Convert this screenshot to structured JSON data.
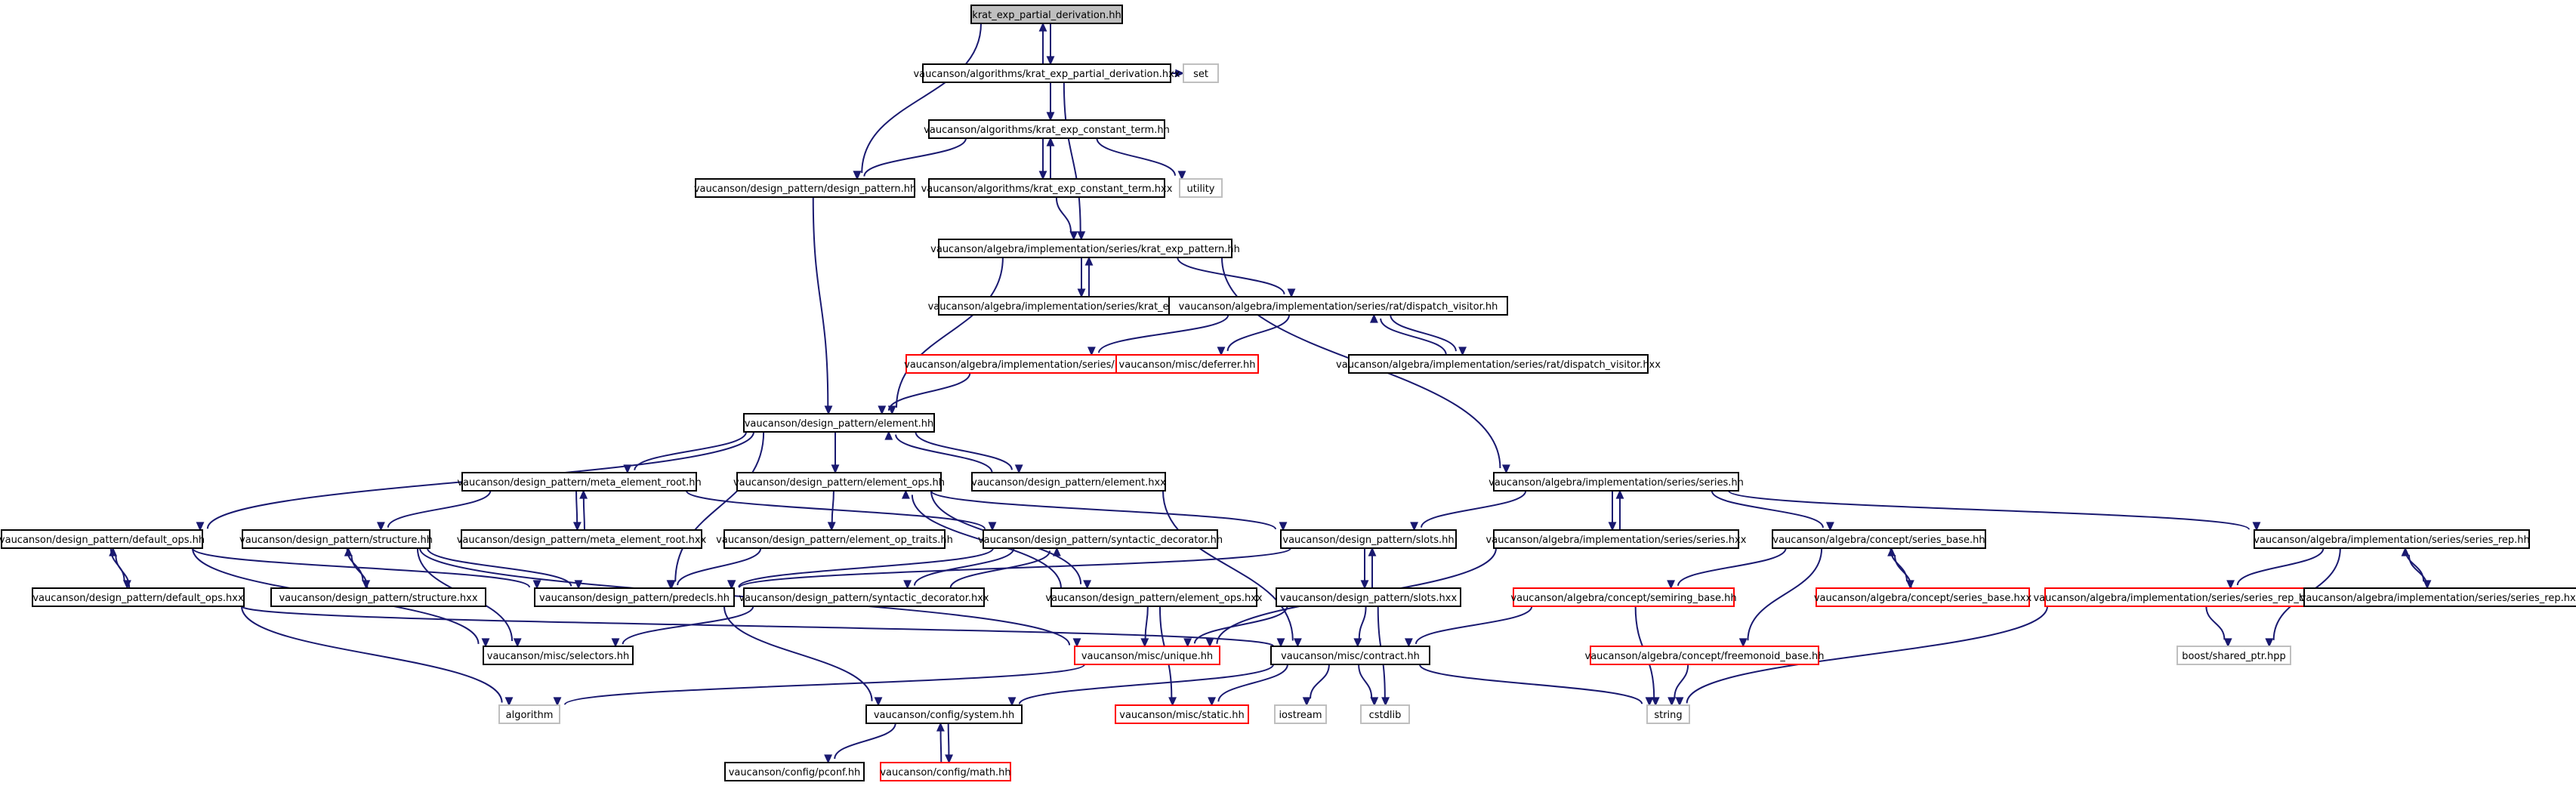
{
  "graph": {
    "edge_color": "#191970",
    "root_fill": "#bfbfbf",
    "missing_border_color": "#ff0000",
    "external_border_color": "#bfbfbf",
    "nodes": [
      {
        "id": "root",
        "label": "krat_exp_partial_derivation.hh",
        "kind": "root"
      },
      {
        "id": "kpd_hxx",
        "label": "vaucanson/algorithms/krat_exp_partial_derivation.hxx",
        "kind": "normal"
      },
      {
        "id": "set",
        "label": "set",
        "kind": "external"
      },
      {
        "id": "kct_hh",
        "label": "vaucanson/algorithms/krat_exp_constant_term.hh",
        "kind": "normal"
      },
      {
        "id": "dp_hh",
        "label": "vaucanson/design_pattern/design_pattern.hh",
        "kind": "normal"
      },
      {
        "id": "kct_hxx",
        "label": "vaucanson/algorithms/krat_exp_constant_term.hxx",
        "kind": "normal"
      },
      {
        "id": "utility",
        "label": "utility",
        "kind": "external"
      },
      {
        "id": "kep_hh",
        "label": "vaucanson/algebra/implementation/series/krat_exp_pattern.hh",
        "kind": "normal"
      },
      {
        "id": "kep_hxx",
        "label": "vaucanson/algebra/implementation/series/krat_exp_pattern.hxx",
        "kind": "normal"
      },
      {
        "id": "dv_hh",
        "label": "vaucanson/algebra/implementation/series/rat/dispatch_visitor.hh",
        "kind": "normal"
      },
      {
        "id": "exp_hh",
        "label": "vaucanson/algebra/implementation/series/rat/exp.hh",
        "kind": "missing"
      },
      {
        "id": "deferrer",
        "label": "vaucanson/misc/deferrer.hh",
        "kind": "missing"
      },
      {
        "id": "dv_hxx",
        "label": "vaucanson/algebra/implementation/series/rat/dispatch_visitor.hxx",
        "kind": "normal"
      },
      {
        "id": "element_hh",
        "label": "vaucanson/design_pattern/element.hh",
        "kind": "normal"
      },
      {
        "id": "mer_hh",
        "label": "vaucanson/design_pattern/meta_element_root.hh",
        "kind": "normal"
      },
      {
        "id": "eops_hh",
        "label": "vaucanson/design_pattern/element_ops.hh",
        "kind": "normal"
      },
      {
        "id": "element_hxx",
        "label": "vaucanson/design_pattern/element.hxx",
        "kind": "normal"
      },
      {
        "id": "series_hh",
        "label": "vaucanson/algebra/implementation/series/series.hh",
        "kind": "normal"
      },
      {
        "id": "dops_hh",
        "label": "vaucanson/design_pattern/default_ops.hh",
        "kind": "normal"
      },
      {
        "id": "struct_hh",
        "label": "vaucanson/design_pattern/structure.hh",
        "kind": "normal"
      },
      {
        "id": "mer_hxx",
        "label": "vaucanson/design_pattern/meta_element_root.hxx",
        "kind": "normal"
      },
      {
        "id": "eot_hh",
        "label": "vaucanson/design_pattern/element_op_traits.hh",
        "kind": "normal"
      },
      {
        "id": "sd_hh",
        "label": "vaucanson/design_pattern/syntactic_decorator.hh",
        "kind": "normal"
      },
      {
        "id": "slots_hh",
        "label": "vaucanson/design_pattern/slots.hh",
        "kind": "normal"
      },
      {
        "id": "series_hxx",
        "label": "vaucanson/algebra/implementation/series/series.hxx",
        "kind": "normal"
      },
      {
        "id": "sb_hh",
        "label": "vaucanson/algebra/concept/series_base.hh",
        "kind": "normal"
      },
      {
        "id": "srep_hh",
        "label": "vaucanson/algebra/implementation/series/series_rep.hh",
        "kind": "normal"
      },
      {
        "id": "dops_hxx",
        "label": "vaucanson/design_pattern/default_ops.hxx",
        "kind": "normal"
      },
      {
        "id": "struct_hxx",
        "label": "vaucanson/design_pattern/structure.hxx",
        "kind": "normal"
      },
      {
        "id": "predecls",
        "label": "vaucanson/design_pattern/predecls.hh",
        "kind": "normal"
      },
      {
        "id": "sd_hxx",
        "label": "vaucanson/design_pattern/syntactic_decorator.hxx",
        "kind": "normal"
      },
      {
        "id": "eops_hxx",
        "label": "vaucanson/design_pattern/element_ops.hxx",
        "kind": "normal"
      },
      {
        "id": "slots_hxx",
        "label": "vaucanson/design_pattern/slots.hxx",
        "kind": "normal"
      },
      {
        "id": "semb_hh",
        "label": "vaucanson/algebra/concept/semiring_base.hh",
        "kind": "missing"
      },
      {
        "id": "sb_hxx",
        "label": "vaucanson/algebra/concept/series_base.hxx",
        "kind": "missing"
      },
      {
        "id": "srb_hh",
        "label": "vaucanson/algebra/implementation/series/series_rep_base.hh",
        "kind": "missing"
      },
      {
        "id": "srep_hxx",
        "label": "vaucanson/algebra/implementation/series/series_rep.hxx",
        "kind": "normal"
      },
      {
        "id": "selectors",
        "label": "vaucanson/misc/selectors.hh",
        "kind": "normal"
      },
      {
        "id": "unique",
        "label": "vaucanson/misc/unique.hh",
        "kind": "missing"
      },
      {
        "id": "contract",
        "label": "vaucanson/misc/contract.hh",
        "kind": "normal"
      },
      {
        "id": "fmb_hh",
        "label": "vaucanson/algebra/concept/freemonoid_base.hh",
        "kind": "missing"
      },
      {
        "id": "shared_ptr",
        "label": "boost/shared_ptr.hpp",
        "kind": "external"
      },
      {
        "id": "algorithm",
        "label": "algorithm",
        "kind": "external"
      },
      {
        "id": "system",
        "label": "vaucanson/config/system.hh",
        "kind": "normal"
      },
      {
        "id": "static",
        "label": "vaucanson/misc/static.hh",
        "kind": "missing"
      },
      {
        "id": "iostream",
        "label": "iostream",
        "kind": "external"
      },
      {
        "id": "cstdlib",
        "label": "cstdlib",
        "kind": "external"
      },
      {
        "id": "string",
        "label": "string",
        "kind": "external"
      },
      {
        "id": "pconf",
        "label": "vaucanson/config/pconf.hh",
        "kind": "normal"
      },
      {
        "id": "math",
        "label": "vaucanson/config/math.hh",
        "kind": "missing"
      }
    ],
    "edges": [
      [
        "root",
        "kpd_hxx"
      ],
      [
        "root",
        "dp_hh"
      ],
      [
        "kpd_hxx",
        "root"
      ],
      [
        "kpd_hxx",
        "set"
      ],
      [
        "kpd_hxx",
        "kct_hh"
      ],
      [
        "kpd_hxx",
        "kep_hh"
      ],
      [
        "kct_hh",
        "dp_hh"
      ],
      [
        "kct_hh",
        "kct_hxx"
      ],
      [
        "kct_hh",
        "utility"
      ],
      [
        "kct_hxx",
        "kct_hh"
      ],
      [
        "kct_hxx",
        "kep_hh"
      ],
      [
        "dp_hh",
        "element_hh"
      ],
      [
        "kep_hh",
        "kep_hxx"
      ],
      [
        "kep_hh",
        "dv_hh"
      ],
      [
        "kep_hh",
        "element_hh"
      ],
      [
        "kep_hh",
        "series_hh"
      ],
      [
        "kep_hxx",
        "kep_hh"
      ],
      [
        "dv_hh",
        "exp_hh"
      ],
      [
        "dv_hh",
        "deferrer"
      ],
      [
        "dv_hh",
        "dv_hxx"
      ],
      [
        "dv_hxx",
        "dv_hh"
      ],
      [
        "exp_hh",
        "element_hh"
      ],
      [
        "element_hh",
        "mer_hh"
      ],
      [
        "element_hh",
        "eops_hh"
      ],
      [
        "element_hh",
        "element_hxx"
      ],
      [
        "element_hh",
        "dops_hh"
      ],
      [
        "element_hh",
        "predecls"
      ],
      [
        "element_hxx",
        "element_hh"
      ],
      [
        "element_hxx",
        "contract"
      ],
      [
        "mer_hh",
        "struct_hh"
      ],
      [
        "mer_hh",
        "mer_hxx"
      ],
      [
        "mer_hh",
        "sd_hh"
      ],
      [
        "mer_hxx",
        "mer_hh"
      ],
      [
        "eops_hh",
        "eot_hh"
      ],
      [
        "eops_hh",
        "eops_hxx"
      ],
      [
        "eops_hh",
        "slots_hh"
      ],
      [
        "eot_hh",
        "predecls"
      ],
      [
        "series_hh",
        "slots_hh"
      ],
      [
        "series_hh",
        "series_hxx"
      ],
      [
        "series_hh",
        "sb_hh"
      ],
      [
        "series_hh",
        "srep_hh"
      ],
      [
        "series_hxx",
        "series_hh"
      ],
      [
        "series_hxx",
        "unique"
      ],
      [
        "dops_hh",
        "dops_hxx"
      ],
      [
        "dops_hh",
        "predecls"
      ],
      [
        "dops_hh",
        "selectors"
      ],
      [
        "dops_hxx",
        "dops_hh"
      ],
      [
        "dops_hxx",
        "contract"
      ],
      [
        "dops_hxx",
        "algorithm"
      ],
      [
        "struct_hh",
        "struct_hxx"
      ],
      [
        "struct_hh",
        "predecls"
      ],
      [
        "struct_hh",
        "selectors"
      ],
      [
        "struct_hh",
        "unique"
      ],
      [
        "struct_hxx",
        "struct_hh"
      ],
      [
        "sd_hh",
        "sd_hxx"
      ],
      [
        "sd_hh",
        "predecls"
      ],
      [
        "sd_hxx",
        "sd_hh"
      ],
      [
        "sd_hxx",
        "selectors"
      ],
      [
        "eops_hxx",
        "eops_hh"
      ],
      [
        "eops_hxx",
        "unique"
      ],
      [
        "eops_hxx",
        "static"
      ],
      [
        "slots_hh",
        "slots_hxx"
      ],
      [
        "slots_hh",
        "predecls"
      ],
      [
        "slots_hxx",
        "slots_hh"
      ],
      [
        "slots_hxx",
        "unique"
      ],
      [
        "slots_hxx",
        "contract"
      ],
      [
        "slots_hxx",
        "cstdlib"
      ],
      [
        "sb_hh",
        "sb_hxx"
      ],
      [
        "sb_hh",
        "semb_hh"
      ],
      [
        "sb_hh",
        "fmb_hh"
      ],
      [
        "sb_hxx",
        "sb_hh"
      ],
      [
        "semb_hh",
        "contract"
      ],
      [
        "semb_hh",
        "string"
      ],
      [
        "srep_hh",
        "srb_hh"
      ],
      [
        "srep_hh",
        "srep_hxx"
      ],
      [
        "srep_hh",
        "shared_ptr"
      ],
      [
        "srep_hxx",
        "srep_hh"
      ],
      [
        "srb_hh",
        "shared_ptr"
      ],
      [
        "srb_hh",
        "string"
      ],
      [
        "fmb_hh",
        "string"
      ],
      [
        "predecls",
        "system"
      ],
      [
        "unique",
        "algorithm"
      ],
      [
        "contract",
        "system"
      ],
      [
        "contract",
        "static"
      ],
      [
        "contract",
        "iostream"
      ],
      [
        "contract",
        "cstdlib"
      ],
      [
        "contract",
        "string"
      ],
      [
        "system",
        "pconf"
      ],
      [
        "system",
        "math"
      ],
      [
        "math",
        "system"
      ]
    ]
  }
}
